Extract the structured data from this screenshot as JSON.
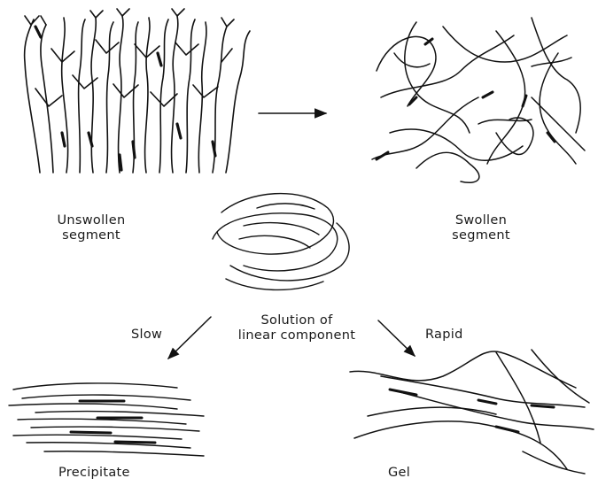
{
  "labels": {
    "unswollen_line1": "Unswollen",
    "unswollen_line2": "segment",
    "swollen_line1": "Swollen",
    "swollen_line2": "segment",
    "solution_line1": "Solution of",
    "solution_line2": "linear component",
    "slow": "Slow",
    "rapid": "Rapid",
    "precipitate": "Precipitate",
    "gel": "Gel"
  }
}
